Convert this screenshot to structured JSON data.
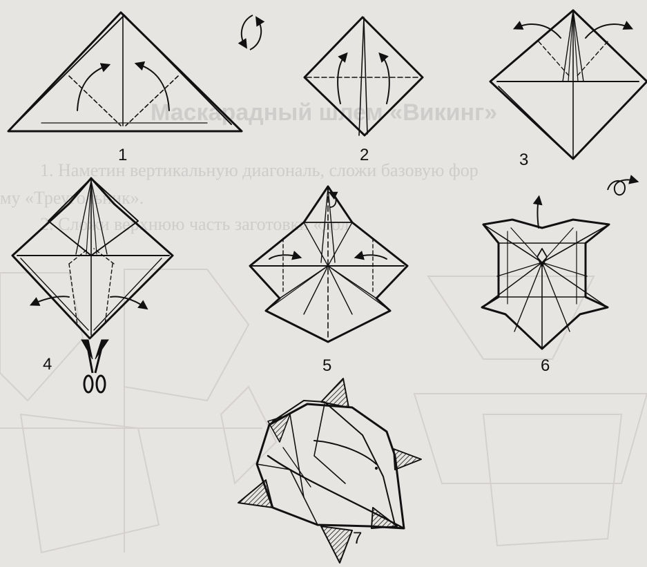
{
  "step_labels": [
    "1",
    "2",
    "3",
    "4",
    "5",
    "6",
    "7"
  ],
  "bleed_through": {
    "heading": "Маскарадный шлем «Викинг»",
    "line1": "1. Наметин вертикальную диагональ, сложи базовую фор",
    "line2": "му «Треугольник».",
    "line3": "2. Сложи верхнюю часть заготовки «дол"
  },
  "icons": [
    "rotate-over-icon",
    "turn-over-icon",
    "scissors-icon"
  ],
  "colors": {
    "paper": "#e7e5e2",
    "ink": "#111111",
    "ghost": "#cfcccc"
  }
}
